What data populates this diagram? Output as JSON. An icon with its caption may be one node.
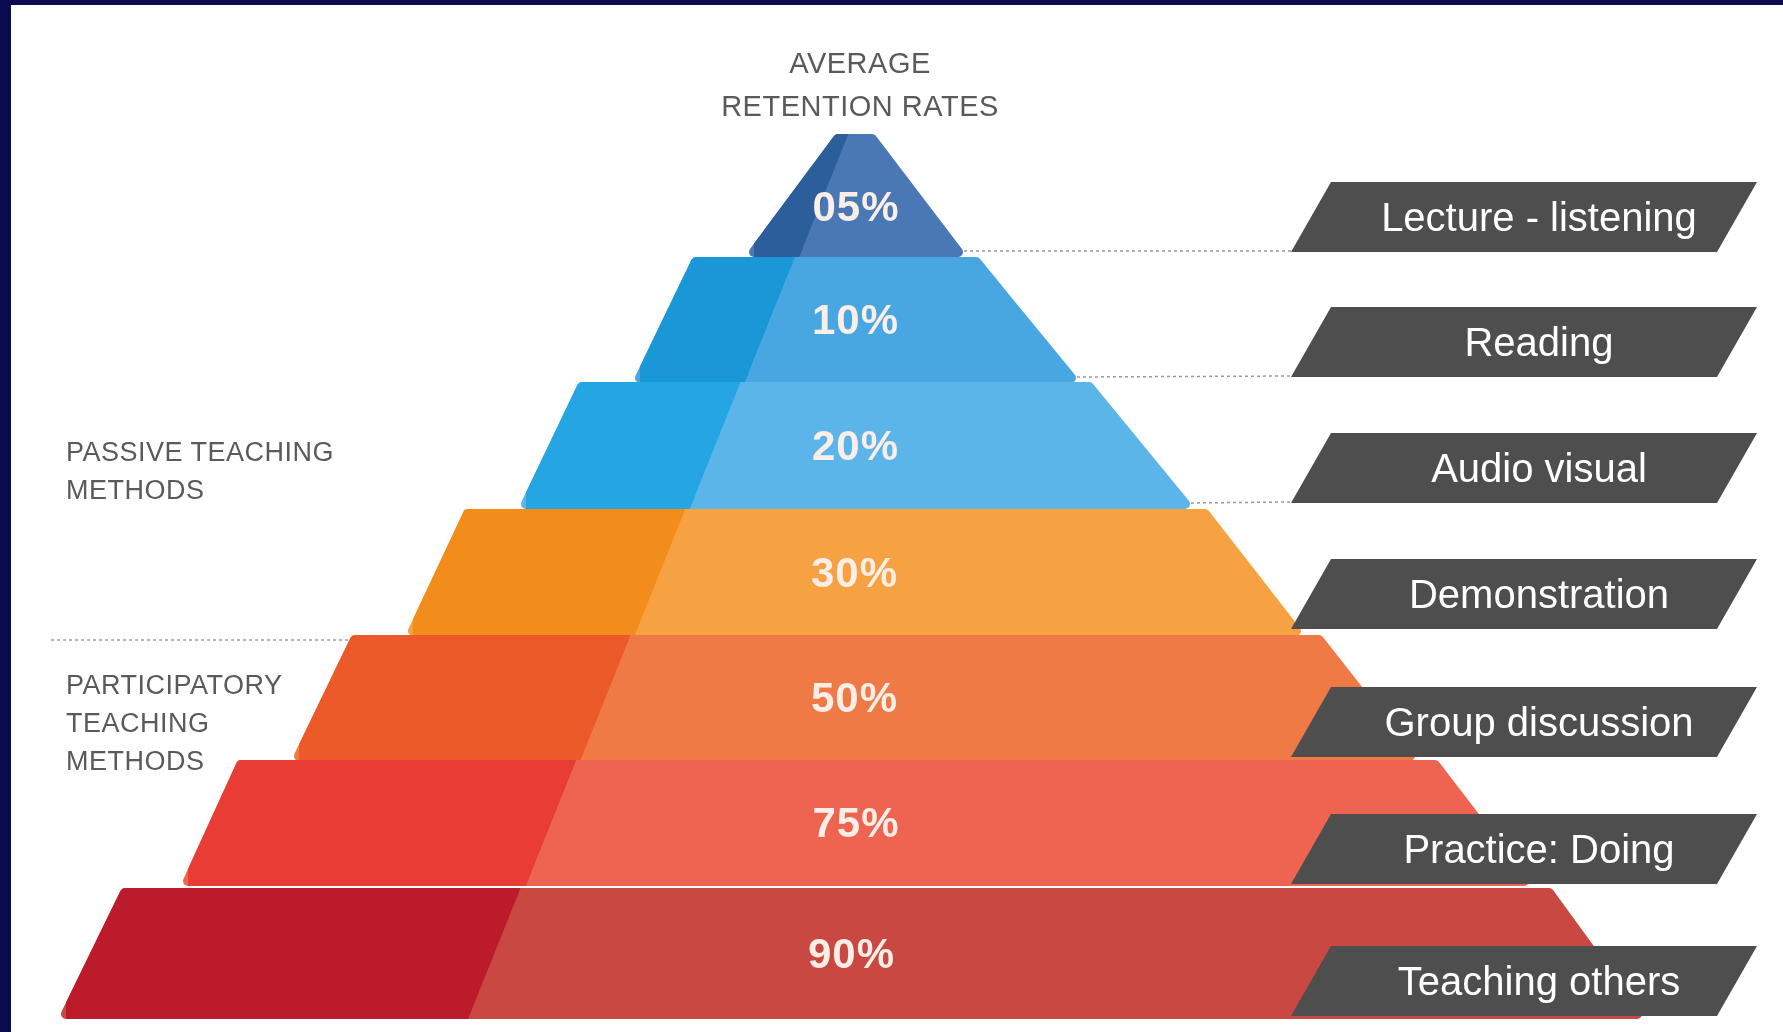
{
  "diagram": {
    "title": "AVERAGE RETENTION RATES",
    "nodes": [
      {
        "text": [
          "05%"
        ]
      },
      {
        "text": [
          "10%"
        ]
      },
      {
        "text": [
          "20%"
        ]
      },
      {
        "text": [
          "30%"
        ]
      },
      {
        "text": [
          "50%"
        ]
      },
      {
        "text": [
          "75%"
        ]
      },
      {
        "text": [
          "90%"
        ]
      },
      {
        "text": [
          "Lecture - listening"
        ]
      },
      {
        "text": [
          "Reading"
        ]
      },
      {
        "text": [
          "Audio visual"
        ]
      },
      {
        "text": [
          "Demonstration"
        ]
      },
      {
        "text": [
          "Group discussion"
        ]
      },
      {
        "text": [
          "Practice: Doing"
        ]
      },
      {
        "text": [
          "Teaching others"
        ]
      }
    ],
    "edges": [
      {
        "from": 0,
        "to": 7,
        "arrow": "none",
        "style": "dashed"
      },
      {
        "from": 1,
        "to": 8,
        "arrow": "none",
        "style": "dashed"
      },
      {
        "from": 2,
        "to": 9,
        "arrow": "none",
        "style": "dashed"
      }
    ],
    "labels": [
      "PASSIVE TEACHING METHODS",
      "PARTICIPATORY TEACHING METHODS"
    ]
  }
}
